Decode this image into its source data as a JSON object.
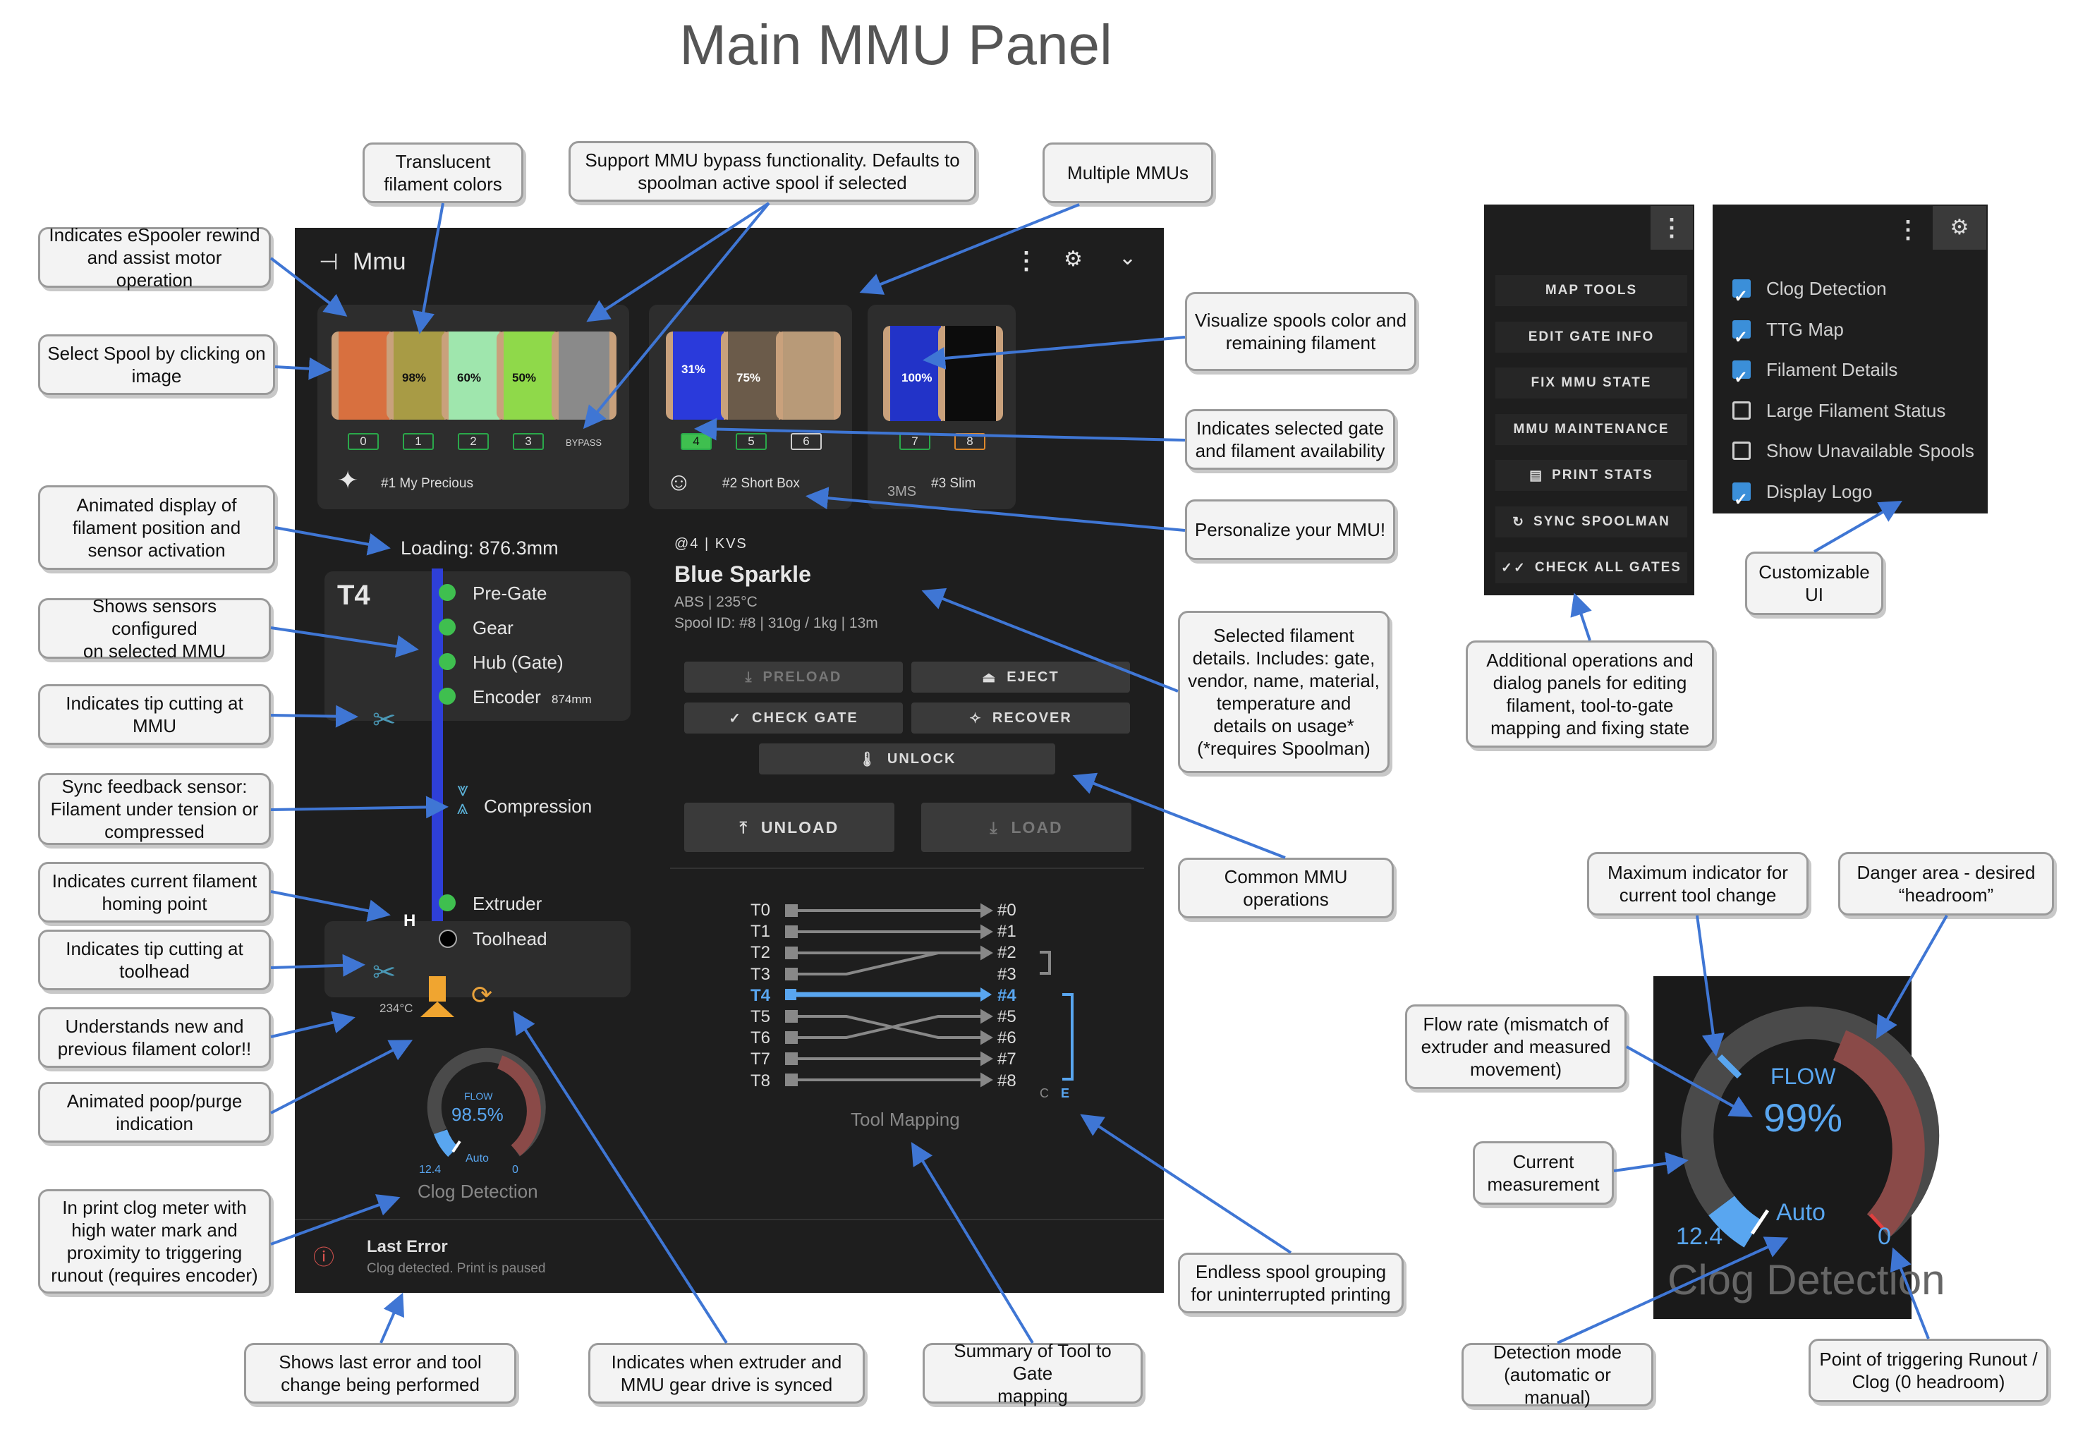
{
  "title": "Main MMU Panel",
  "callouts": {
    "translucent": "Translucent\nfilament colors",
    "bypass": "Support MMU bypass functionality. Defaults to\nspoolman active spool if selected",
    "multiple": "Multiple MMUs",
    "espooler": "Indicates eSpooler rewind\nand assist motor operation",
    "select_spool": "Select Spool by clicking on\nimage",
    "visualize": "Visualize spools color and\nremaining filament",
    "selected_gate": "Indicates selected gate\nand filament availability",
    "personalize": "Personalize your MMU!",
    "animated": "Animated display of\nfilament position and\nsensor activation",
    "sensors": "Shows sensors configured\non selected MMU",
    "tip_mmu": "Indicates tip cutting at\nMMU",
    "sync": "Sync feedback sensor:\nFilament under tension or\ncompressed",
    "homing": "Indicates current filament\nhoming point",
    "tip_toolhead": "Indicates tip cutting at\ntoolhead",
    "color_change": "Understands new and\nprevious filament color!!",
    "poop": "Animated poop/purge\nindication",
    "clog_meter": "In print clog meter with\nhigh water mark and\nproximity to triggering\nrunout (requires encoder)",
    "last_error": "Shows last error and tool\nchange being performed",
    "synced": "Indicates when extruder and\nMMU gear drive is synced",
    "summary": "Summary of Tool to Gate\nmapping",
    "endless": "Endless spool grouping\nfor uninterrupted printing",
    "common_ops": "Common MMU\noperations",
    "selected_details": "Selected filament\ndetails. Includes: gate,\nvendor, name, material,\ntemperature and\ndetails on usage*\n(*requires Spoolman)",
    "additional_ops": "Additional operations and\ndialog panels for editing\nfilament, tool-to-gate\nmapping and fixing state",
    "customizable": "Customizable\nUI",
    "max_indicator": "Maximum indicator for\ncurrent tool change",
    "danger": "Danger area - desired\n“headroom”",
    "flow_rate": "Flow rate (mismatch of\nextruder and measured\nmovement)",
    "current_meas": "Current\nmeasurement",
    "detection_mode": "Detection mode\n(automatic or manual)",
    "trigger_point": "Point of triggering Runout /\nClog (0 headroom)"
  },
  "panel": {
    "header_title": "Mmu",
    "mmu1": {
      "percents": [
        "98%",
        "60%",
        "50%"
      ],
      "gates": [
        "0",
        "1",
        "2",
        "3"
      ],
      "bypass": "BYPASS",
      "name": "#1 My Precious"
    },
    "mmu2": {
      "percents": [
        "31%",
        "75%"
      ],
      "gates": [
        "4",
        "5",
        "6"
      ],
      "name": "#2 Short Box"
    },
    "mmu3": {
      "percents": [
        "100%"
      ],
      "gates": [
        "7",
        "8"
      ],
      "name": "#3 Slim",
      "logo": "3MS"
    },
    "loading": "Loading: 876.3mm",
    "tool": "T4",
    "sensors": [
      "Pre-Gate",
      "Gear",
      "Hub (Gate)",
      "Encoder"
    ],
    "encoder_value": "874mm",
    "compression": "Compression",
    "extruder": "Extruder",
    "toolhead": "Toolhead",
    "homing_mark": "H",
    "temp": "234°C",
    "filament": {
      "gate_vendor": "@4 | KVS",
      "name": "Blue Sparkle",
      "material": "ABS | 235°C",
      "usage": "Spool ID: #8 | 310g / 1kg | 13m"
    },
    "buttons": {
      "preload": "PRELOAD",
      "eject": "EJECT",
      "check_gate": "CHECK GATE",
      "recover": "RECOVER",
      "unlock": "UNLOCK",
      "unload": "UNLOAD",
      "load": "LOAD"
    },
    "mapping": {
      "tools": [
        "T0",
        "T1",
        "T2",
        "T3",
        "T4",
        "T5",
        "T6",
        "T7",
        "T8"
      ],
      "gates": [
        "#0",
        "#1",
        "#2",
        "#3",
        "#4",
        "#5",
        "#6",
        "#7",
        "#8"
      ],
      "group_labels": [
        "C",
        "E"
      ],
      "caption": "Tool Mapping"
    },
    "clog_small": {
      "flow_label": "FLOW",
      "value": "98.5%",
      "min": "12.4",
      "mode": "Auto",
      "zero": "0",
      "caption": "Clog Detection"
    },
    "error": {
      "title": "Last Error",
      "message": "Clog detected. Print is paused"
    }
  },
  "menu": {
    "items": [
      "MAP TOOLS",
      "EDIT GATE INFO",
      "FIX MMU STATE",
      "MMU MAINTENANCE",
      "PRINT STATS",
      "SYNC SPOOLMAN",
      "CHECK ALL GATES"
    ]
  },
  "settings": {
    "options": [
      {
        "label": "Clog Detection",
        "checked": true
      },
      {
        "label": "TTG Map",
        "checked": true
      },
      {
        "label": "Filament Details",
        "checked": true
      },
      {
        "label": "Large Filament Status",
        "checked": false
      },
      {
        "label": "Show Unavailable Spools",
        "checked": false
      },
      {
        "label": "Display Logo",
        "checked": true
      }
    ]
  },
  "clog_large": {
    "flow_label": "FLOW",
    "value": "99%",
    "min": "12.4",
    "mode": "Auto",
    "zero": "0",
    "caption": "Clog Detection"
  },
  "colors": {
    "panel_bg": "#1e1e1e",
    "card_bg": "#2d2d2d",
    "accent_blue": "#3b8fd9",
    "ok_green": "#3fbf4f",
    "danger_red": "#8a4a48",
    "arrow_blue": "#3f76d4"
  }
}
